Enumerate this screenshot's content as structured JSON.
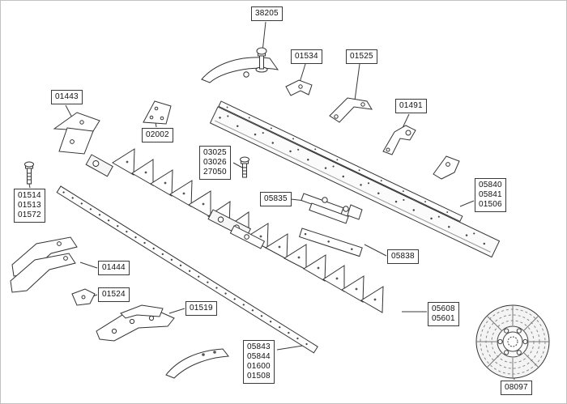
{
  "page": {
    "background": "#ffffff",
    "line_color": "#3a3a3a",
    "type": "exploded-parts-diagram"
  },
  "labels": [
    {
      "id": "38205",
      "lines": [
        "38205"
      ]
    },
    {
      "id": "01534",
      "lines": [
        "01534"
      ]
    },
    {
      "id": "01525",
      "lines": [
        "01525"
      ]
    },
    {
      "id": "01443",
      "lines": [
        "01443"
      ]
    },
    {
      "id": "02002",
      "lines": [
        "02002"
      ]
    },
    {
      "id": "01491",
      "lines": [
        "01491"
      ]
    },
    {
      "id": "03025-03026-27050",
      "lines": [
        "03025",
        "03026",
        "27050"
      ]
    },
    {
      "id": "01514-01513-01572",
      "lines": [
        "01514",
        "01513",
        "01572"
      ]
    },
    {
      "id": "05835",
      "lines": [
        "05835"
      ]
    },
    {
      "id": "05840-05841-01506",
      "lines": [
        "05840",
        "05841",
        "01506"
      ]
    },
    {
      "id": "05838",
      "lines": [
        "05838"
      ]
    },
    {
      "id": "01444",
      "lines": [
        "01444"
      ]
    },
    {
      "id": "01524",
      "lines": [
        "01524"
      ]
    },
    {
      "id": "01519",
      "lines": [
        "01519"
      ]
    },
    {
      "id": "05608-05601",
      "lines": [
        "05608",
        "05601"
      ]
    },
    {
      "id": "05843-05844-01600-01508",
      "lines": [
        "05843",
        "05844",
        "01600",
        "01508"
      ]
    },
    {
      "id": "08097",
      "lines": [
        "08097"
      ]
    }
  ]
}
